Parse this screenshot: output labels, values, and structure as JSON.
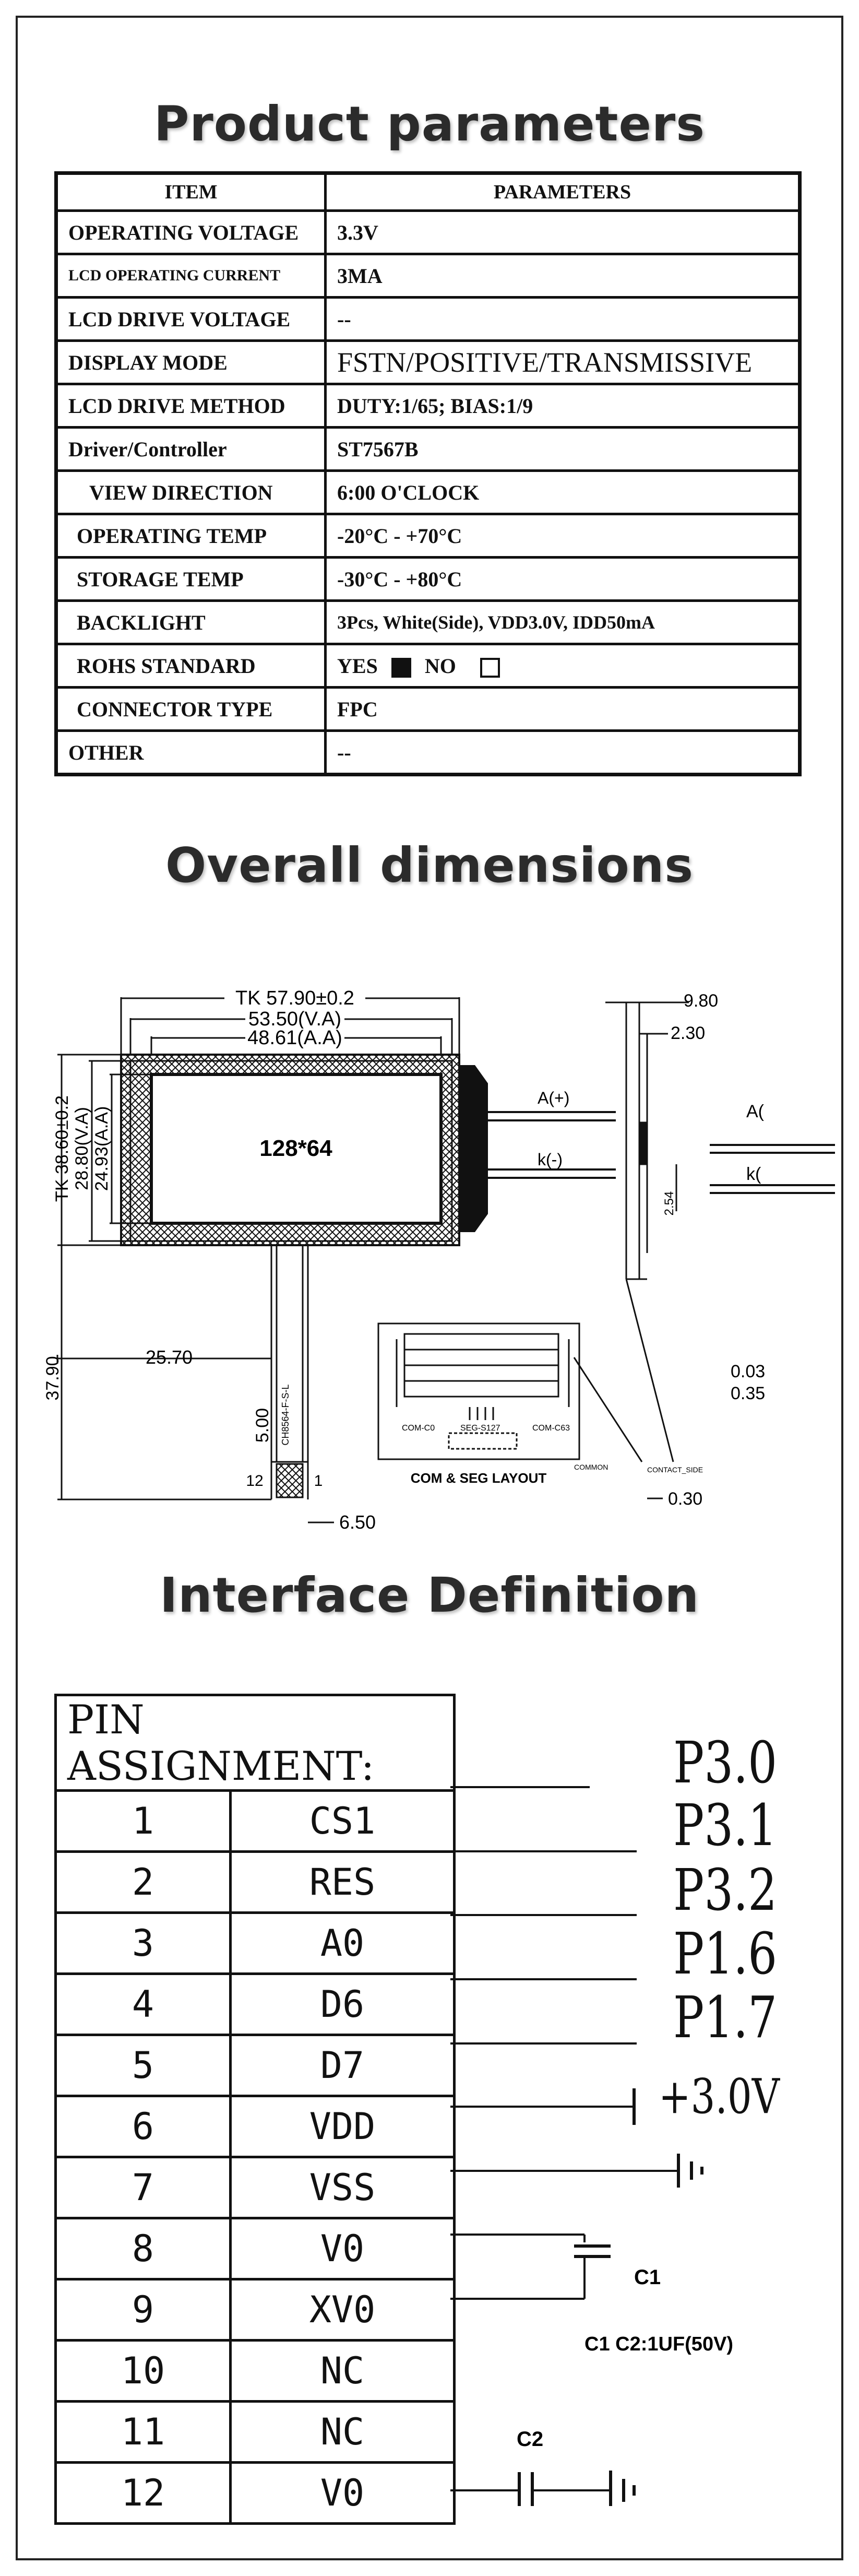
{
  "sections": {
    "product_parameters": "Product parameters",
    "overall_dimensions": "Overall dimensions",
    "interface_definition": "Interface Definition"
  },
  "params": {
    "header": [
      "ITEM",
      "PARAMETERS"
    ],
    "rows": [
      {
        "item": "OPERATING VOLTAGE",
        "value": "3.3V"
      },
      {
        "item": "LCD OPERATING CURRENT",
        "value": "3MA"
      },
      {
        "item": "LCD DRIVE VOLTAGE",
        "value": "--"
      },
      {
        "item": "DISPLAY MODE",
        "value": "FSTN/POSITIVE/TRANSMISSIVE"
      },
      {
        "item": "LCD DRIVE METHOD",
        "value": "DUTY:1/65; BIAS:1/9"
      },
      {
        "item": "Driver/Controller",
        "value": "ST7567B"
      },
      {
        "item": "VIEW DIRECTION",
        "value": "6:00 O'CLOCK"
      },
      {
        "item": "OPERATING TEMP",
        "value": "-20°C - +70°C"
      },
      {
        "item": "STORAGE TEMP",
        "value": "-30°C - +80°C"
      },
      {
        "item": "BACKLIGHT",
        "value": "3Pcs, White(Side), VDD3.0V, IDD50mA"
      },
      {
        "item": "ROHS STANDARD",
        "value": ""
      },
      {
        "item": "CONNECTOR TYPE",
        "value": "FPC"
      },
      {
        "item": "OTHER",
        "value": "--"
      }
    ],
    "rohs": {
      "yes": "YES",
      "no": "NO"
    }
  },
  "drawing": {
    "tk_width": "TK 57.90±0.2",
    "va_width": "53.50(V.A)",
    "aa_width": "48.61(A.A)",
    "tk_height": "TK 38.60±0.2",
    "va_height": "28.80(V.A)",
    "aa_height": "24.93(A.A)",
    "resolution": "128*64",
    "anode": "A(+)",
    "cathode": "k(-)",
    "anode_right": "A(",
    "cathode_right": "k(",
    "fpc_offset": "25.70",
    "overall_height": "37.90",
    "fpc_pitch": "5.00",
    "fpc_width": "6.50",
    "pin_first": "12",
    "pin_last": "1",
    "fpc_label": "CH8564-F-S-L",
    "side_thickness": "9.80",
    "side_glass": "2.30",
    "side_pin": "2.54",
    "side_bottom": "0.30",
    "tol_1": "0.03",
    "tol_2": "0.35",
    "layout_label": "COM & SEG LAYOUT",
    "layout_left": "COM-C0",
    "layout_mid": "SEG-S127",
    "layout_right": "COM-C63",
    "side_label_1": "COMMON",
    "side_label_2": "CONTACT_SIDE"
  },
  "pins": {
    "header": "PIN ASSIGNMENT:",
    "rows": [
      {
        "num": "1",
        "signal": "CS1"
      },
      {
        "num": "2",
        "signal": "RES"
      },
      {
        "num": "3",
        "signal": "A0"
      },
      {
        "num": "4",
        "signal": "D6"
      },
      {
        "num": "5",
        "signal": "D7"
      },
      {
        "num": "6",
        "signal": "VDD"
      },
      {
        "num": "7",
        "signal": "VSS"
      },
      {
        "num": "8",
        "signal": "V0"
      },
      {
        "num": "9",
        "signal": "XV0"
      },
      {
        "num": "10",
        "signal": "NC"
      },
      {
        "num": "11",
        "signal": "NC"
      },
      {
        "num": "12",
        "signal": "V0"
      }
    ],
    "ports": [
      "P3.0",
      "P3.1",
      "P3.2",
      "P1.6",
      "P1.7"
    ],
    "vdd_label": "+3.0V",
    "cap1": "C1",
    "cap2": "C2",
    "cap_note": "C1 C2:1UF(50V)"
  }
}
